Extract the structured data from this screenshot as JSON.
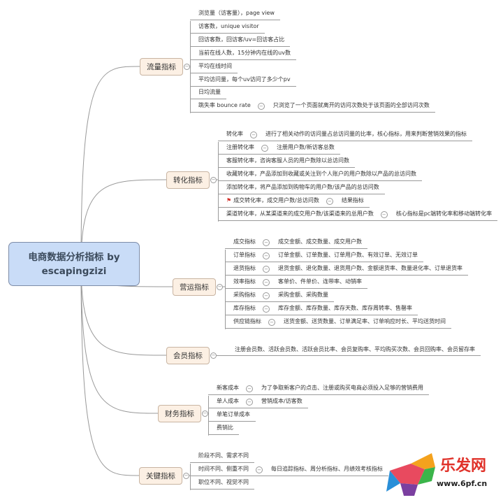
{
  "center": {
    "title": "电商数据分析指标 by escapingzizi"
  },
  "colors": {
    "center_fill": "#c9dcf7",
    "branch_fill": "#fcf0e4",
    "line": "#9a9a9a",
    "flag": "#d4302a"
  },
  "branches": [
    {
      "label": "流量指标",
      "children": [
        {
          "text": "浏览量（访客量），page view"
        },
        {
          "text": "访客数，unique visitor"
        },
        {
          "text": "回访客数，回访客/uv=回访客占比"
        },
        {
          "text": "当前在线人数，15分钟内在线的uv数"
        },
        {
          "text": "平均在线时间"
        },
        {
          "text": "平均访问量，每个uv访问了多少个pv"
        },
        {
          "text": "日均流量"
        },
        {
          "text": "跳失率 bounce rate",
          "note": "只浏览了一个页面就离开的访问次数处于该页面的全部访问次数"
        }
      ]
    },
    {
      "label": "转化指标",
      "children": [
        {
          "text": "转化率",
          "note": "进行了相关动作的访问量占总访问量的比率，核心指标，用来判断营销效果的指标"
        },
        {
          "text": "注册转化率",
          "note": "注册用户数/新访客总数"
        },
        {
          "text": "客服转化率，咨询客服人员的用户数除以总访问数"
        },
        {
          "text": "收藏转化率，产品添加到收藏或关注到个人账户的用户数除以产品的总访问数"
        },
        {
          "text": "添加转化率，将产品添加到购物车的用户数/该产品的总访问数"
        },
        {
          "text": "成交转化率，成交用户数/总访问数",
          "note": "结果指标",
          "flag": true
        },
        {
          "text": "渠道转化率，从某渠道来的成交用户数/该渠道来的总用户数",
          "note": "核心指标是pc端转化率和移动端转化率"
        }
      ]
    },
    {
      "label": "营运指标",
      "children": [
        {
          "text": "成交指标",
          "note": "成交金额、成交数量、成交用户数"
        },
        {
          "text": "订单指标",
          "note": "订单金额、订单数量、订单用户数、有效订单、无效订单"
        },
        {
          "text": "退货指标",
          "note": "退货金额、退化数量、退货用户数、金额退货率、数量退化率、订单退货率"
        },
        {
          "text": "效率指标",
          "note": "客单价、件单价、连带率、动销率"
        },
        {
          "text": "采购指标",
          "note": "采购金额、采购数量"
        },
        {
          "text": "库存指标",
          "note": "库存金额、库存数量、库存天数、库存周转率、售罄率"
        },
        {
          "text": "供应链指标",
          "note": "送货金额、送货数量、订单满足率、订单响应时长、平均送货时间"
        }
      ]
    },
    {
      "label": "会员指标",
      "children": [
        {
          "text": "注册会员数、活跃会员数、活跃会员比率、会员复购率、平均购买次数、会员回购率、会员留存率"
        }
      ]
    },
    {
      "label": "财务指标",
      "children": [
        {
          "text": "新客成本",
          "note": "为了争取新客户的点击、注册或购买电商必须投入足够的营销费用"
        },
        {
          "text": "单人成本",
          "note": "营销成本/访客数"
        },
        {
          "text": "单笔订单成本"
        },
        {
          "text": "费销比"
        }
      ]
    },
    {
      "label": "关键指标",
      "children": [
        {
          "text": "阶段不同、需求不同"
        },
        {
          "text": "时间不同、侧重不同",
          "note": "每日追踪指标、周分析指标、月绩效考核指标"
        },
        {
          "text": "职位不同、视觉不同"
        }
      ]
    }
  ],
  "watermark": {
    "brand": "乐发网",
    "url": "www.6pf.cn"
  }
}
